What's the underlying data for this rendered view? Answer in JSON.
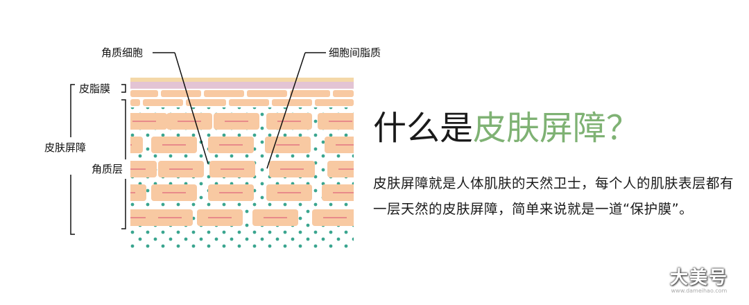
{
  "labels": {
    "corneocyte": "角质细胞",
    "intercellular_lipid": "细胞间脂质",
    "sebum_film": "皮脂膜",
    "skin_barrier": "皮肤屏障",
    "stratum_corneum": "角质层"
  },
  "heading": {
    "plain": "什么是",
    "accent": "皮肤屏障？"
  },
  "description": "皮肤屏障就是人体肌肤的天然卫士，每个人的肌肤表层都有一层天然的皮肤屏障，简单来说就是一道“保护膜”。",
  "watermark": {
    "main": "大美号",
    "sub": "www.dameihao.com"
  },
  "colors": {
    "cell_fill": "#f8c9a2",
    "cell_line": "#e88a8a",
    "lipid_dot": "#3aa58f",
    "sebum": "#e3c4d4",
    "accent": "#7fb274"
  }
}
